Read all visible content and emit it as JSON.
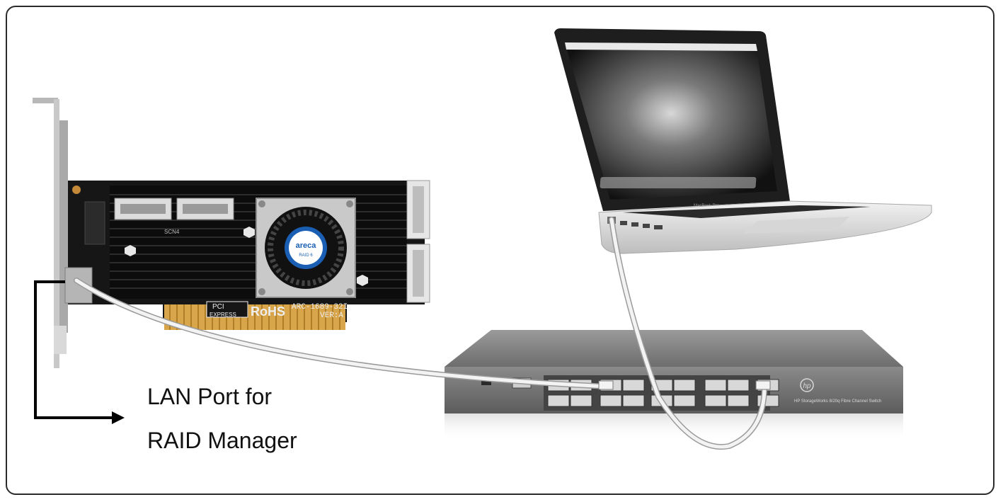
{
  "caption": {
    "line1": "LAN Port for",
    "line2": "RAID Manager"
  },
  "raid_card": {
    "model_label": "ARC-1689-32I",
    "version_label": "VER:A",
    "fan_brand": "areca",
    "fan_sublabel": "RAID 6",
    "pci_label_top": "PCI",
    "pci_label_bottom": "EXPRESS",
    "rohs_label": "RoHS",
    "connector_label": "SCN4"
  },
  "laptop": {
    "bezel_label": "MacBook Pro"
  },
  "switch": {
    "brand_logo": "hp",
    "description": "HP StorageWorks 8/20q Fibre Channel Switch"
  },
  "colors": {
    "frame_border": "#2b2b2b",
    "pcb": "#161616",
    "gold_fingers": "#d9a54a",
    "cable": "#f3f3f3",
    "switch_body": "#7a7a7a",
    "arrow": "#000000"
  }
}
